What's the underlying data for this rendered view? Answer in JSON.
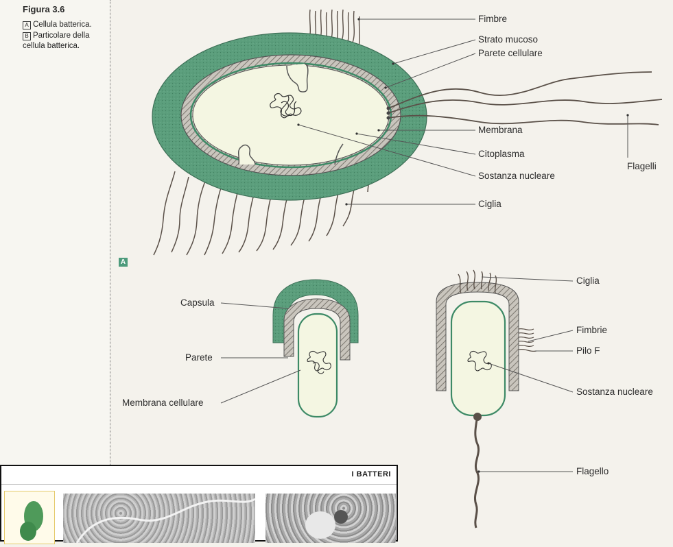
{
  "caption": {
    "title": "Figura 3.6",
    "line_a_letter": "A",
    "line_a_text": "Cellula batterica.",
    "line_b_letter": "B",
    "line_b_text": "Particolare della",
    "line_b_text2": "cellula batterica."
  },
  "diagram_a": {
    "panel_letter": "A",
    "labels": {
      "fimbre": "Fimbre",
      "strato_mucoso": "Strato mucoso",
      "parete_cellulare": "Parete cellulare",
      "membrana": "Membrana",
      "citoplasma": "Citoplasma",
      "sostanza_nucleare": "Sostanza nucleare",
      "flagelli": "Flagelli",
      "ciglia": "Ciglia"
    }
  },
  "diagram_b": {
    "labels": {
      "capsula": "Capsula",
      "parete": "Parete",
      "membrana_cellulare": "Membrana cellulare",
      "ciglia": "Ciglia",
      "fimbrie": "Fimbrie",
      "pilo_f": "Pilo F",
      "sostanza_nucleare": "Sostanza nucleare",
      "flagello": "Flagello"
    }
  },
  "bottom_panel": {
    "header": "I BATTERI"
  },
  "colors": {
    "mucous": "#5b9e7c",
    "cytoplasm": "#f4f6e2",
    "wall_hatch": "#8a857d",
    "membrane": "#3d8a66",
    "line": "#555555"
  }
}
